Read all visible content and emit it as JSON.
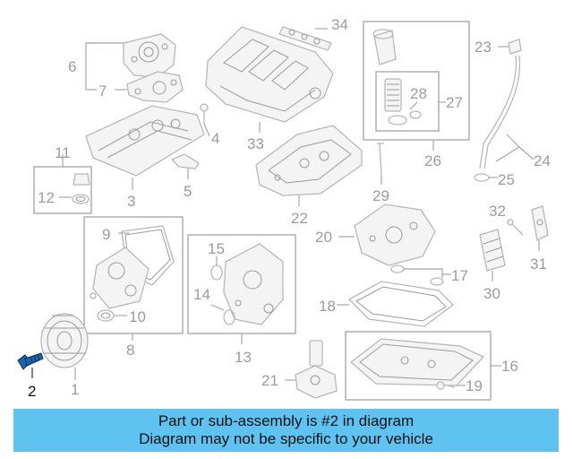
{
  "callouts": {
    "c1": "1",
    "c2": "2",
    "c3": "3",
    "c4": "4",
    "c5": "5",
    "c6": "6",
    "c7": "7",
    "c8": "8",
    "c9": "9",
    "c10": "10",
    "c11": "11",
    "c12": "12",
    "c13": "13",
    "c14": "14",
    "c15": "15",
    "c16": "16",
    "c17": "17",
    "c18": "18",
    "c19": "19",
    "c20": "20",
    "c21": "21",
    "c22": "22",
    "c23": "23",
    "c24": "24",
    "c25": "25",
    "c26": "26",
    "c27": "27",
    "c28": "28",
    "c29": "29",
    "c30": "30",
    "c31": "31",
    "c32": "32",
    "c33": "33",
    "c34": "34"
  },
  "highlight": {
    "part_number": "2",
    "color": "#1a63b0"
  },
  "banner": {
    "line1": "Part or sub-assembly is #2 in diagram",
    "line2": "Diagram may not be specific to your vehicle",
    "background": "#5ec3f0"
  }
}
